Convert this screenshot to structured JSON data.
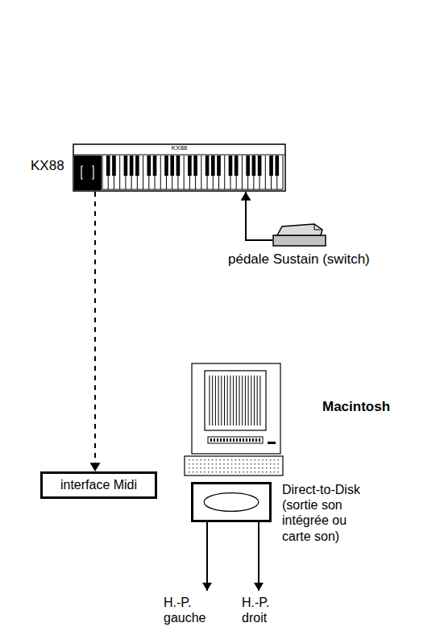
{
  "diagram": {
    "nodes": [
      {
        "text": [
          "KX88",
          "KX88"
        ]
      },
      {
        "text": [
          "pédale Sustain (switch)"
        ]
      },
      {
        "text": [
          "Macintosh"
        ]
      },
      {
        "text": [
          "interface Midi"
        ]
      },
      {
        "text": [
          "Direct-to-Disk (sortie son intégrée ou carte son)"
        ]
      }
    ],
    "edges": [
      {
        "from": 0,
        "to": 3,
        "arrow": "to"
      },
      {
        "from": 1,
        "to": 0,
        "arrow": "to"
      }
    ],
    "labels": [
      "H.-P. gauche",
      "H.-P. droit"
    ]
  }
}
